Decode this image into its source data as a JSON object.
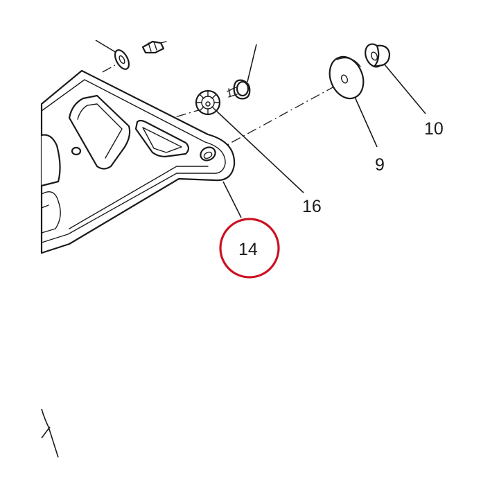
{
  "diagram": {
    "callouts": {
      "c9": "9",
      "c10": "10",
      "c14": "14",
      "c16": "16"
    },
    "highlighted_callout": "14",
    "colors": {
      "line": "#1a1a1a",
      "highlight": "#cc1122",
      "background": "#ffffff"
    }
  }
}
